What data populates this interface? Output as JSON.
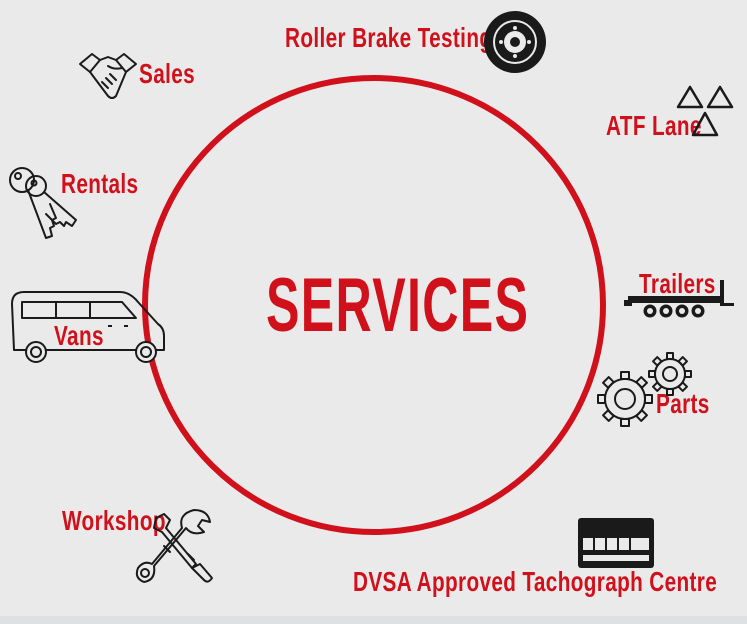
{
  "diagram": {
    "title": "SERVICES",
    "services": [
      {
        "label": "Roller Brake Testing",
        "icon": "brake-disc-icon"
      },
      {
        "label": "Sales",
        "icon": "handshake-icon"
      },
      {
        "label": "ATF Lane",
        "icon": "shapes-icon"
      },
      {
        "label": "Rentals",
        "icon": "keys-icon"
      },
      {
        "label": "Trailers",
        "icon": "trailer-icon"
      },
      {
        "label": "Vans",
        "icon": "van-icon"
      },
      {
        "label": "Parts",
        "icon": "gears-icon"
      },
      {
        "label": "Workshop",
        "icon": "tools-icon"
      },
      {
        "label": "DVSA Approved Tachograph Centre",
        "icon": "tachograph-icon"
      }
    ],
    "colors": {
      "accent": "#d0101b",
      "background": "#eaeaea",
      "icon": "#1a1a1a"
    }
  }
}
